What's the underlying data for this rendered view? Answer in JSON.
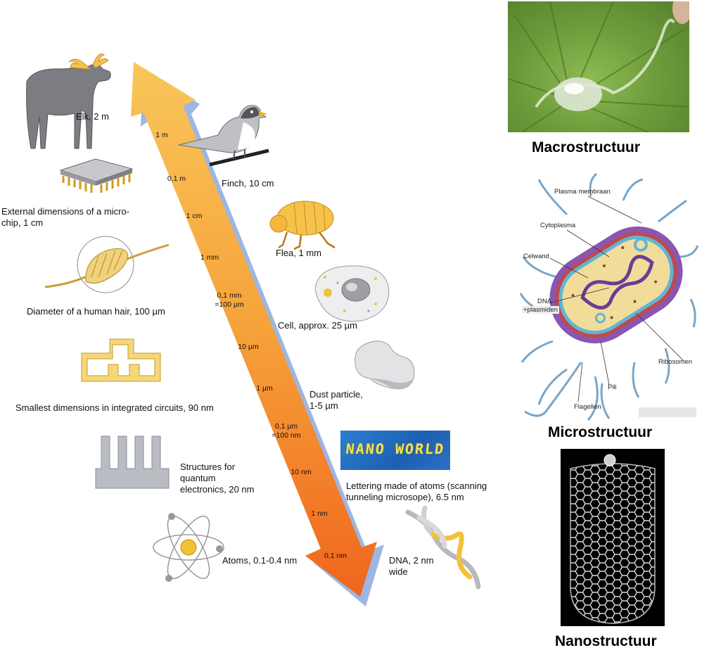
{
  "scale_labels": [
    "1 m",
    "0,1 m",
    "1 cm",
    "1 mm",
    "0,1 mm\n=100 µm",
    "10 µm",
    "1 µm",
    "0,1 µm\n=100 nm",
    "10 nm",
    "1 nm",
    "0,1 nm"
  ],
  "objects": {
    "elk": "Elk, 2 m",
    "finch": "Finch, 10 cm",
    "microchip": "External dimensions of a micro-\nchip, 1 cm",
    "flea": "Flea, 1 mm",
    "hair": "Diameter of a human hair, 100 µm",
    "cell": "Cell, approx. 25 µm",
    "circuits": "Smallest dimensions in integrated circuits, 90 nm",
    "dust": "Dust particle,\n1-5 µm",
    "quantum": "Structures for\nquantum\nelectronics, 20 nm",
    "lettering": "Lettering made of atoms (scanning\ntunneling microsope), 6.5 nm",
    "atoms": "Atoms, 0.1-0.4 nm",
    "dna": "DNA, 2 nm\nwide"
  },
  "nano_world_text": "NANO WORLD",
  "bacterium_labels": {
    "plasma": "Plasma membraan",
    "cytoplasma": "Cytoplasma",
    "celwand": "Celwand",
    "dna": "DNA",
    "plasmiden": "+plasmiden",
    "ribosomen": "Ribosomen",
    "pili": "Pili",
    "flagellen": "Flagellen"
  },
  "captions": {
    "macro": "Macrostructuur",
    "micro": "Microstructuur",
    "nano": "Nanostructuur"
  },
  "colors": {
    "arrow_top": "#f9c659",
    "arrow_bottom": "#f0651d",
    "arrow_shadow": "#9db6e3",
    "lotus_leaf": "#6f9e3c"
  }
}
